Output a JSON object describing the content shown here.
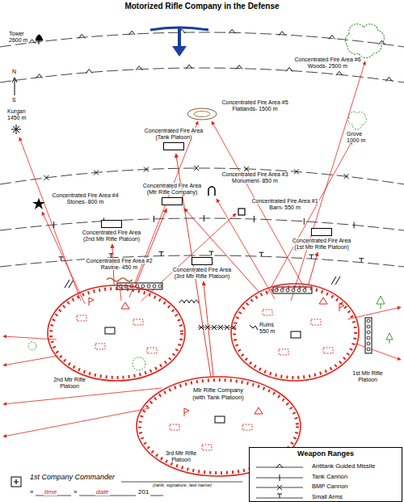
{
  "diagram": {
    "title": "Motorized Rifle Company in the Defense",
    "nodes": [
      {
        "text": [
          "Concentrated Fire Area (Tank Platoon)"
        ]
      },
      {
        "text": [
          "Concentrated Fire Area (Mtr Rifle Company)"
        ]
      },
      {
        "text": [
          "Concentrated Fire Area (2nd Mtr Rifle Platoon)"
        ]
      },
      {
        "text": [
          "Concentrated Fire Area (1st Mtr Rifle Platoon)"
        ]
      },
      {
        "text": [
          "Concentrated Fire Area (3rd Mtr Rifle Platoon)"
        ]
      },
      {
        "text": [
          "2nd Mtr Rifle Platoon"
        ]
      },
      {
        "text": [
          "1st Mtr Rifle Platoon"
        ]
      },
      {
        "text": [
          "Mtr Rifle Company (with Tank Platoon)",
          "3rd Mtr Rifle Platoon"
        ]
      }
    ],
    "edges": [
      {
        "from": 5,
        "to": 2,
        "arrow": "to"
      },
      {
        "from": 5,
        "to": 1,
        "arrow": "to"
      },
      {
        "from": 6,
        "to": 3,
        "arrow": "to"
      },
      {
        "from": 6,
        "to": 1,
        "arrow": "to"
      },
      {
        "from": 7,
        "to": 4,
        "arrow": "to"
      },
      {
        "from": 7,
        "to": 0,
        "arrow": "to"
      }
    ],
    "labels": [
      "Tower 2600 m",
      "N",
      "S",
      "Concentrated Fire Area #6 Woods- 2500 m",
      "Concentrated Fire Area #5 Flatlands- 1500 m",
      "Kurgan 1450 m",
      "Grove 1000 m",
      "Concentrated Fire Area #3 Monument- 850 m",
      "Concentrated Fire Area #4 Stones- 800 m",
      "Concentrated Fire Area #1 Barn- 550 m",
      "Concentrated Fire Area #2 Ravine- 450 m",
      "Ruins 550 m",
      "Weapon Ranges",
      "1st Company Commander",
      "(rank, signature, last name)",
      "«",
      "time",
      "»",
      "date",
      "201"
    ],
    "legend": [
      {
        "text": "Antitank Guided Missile"
      },
      {
        "text": "Tank Cannon"
      },
      {
        "text": "BMP Cannon"
      },
      {
        "text": "Small Arms"
      }
    ]
  }
}
